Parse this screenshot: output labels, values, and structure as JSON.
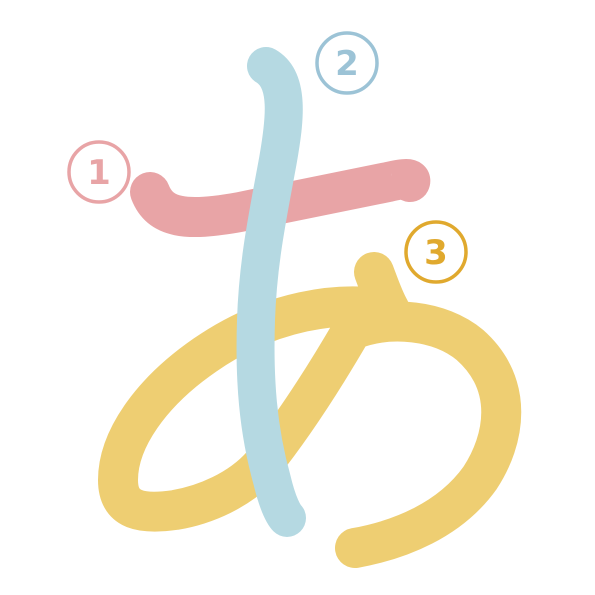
{
  "character": "あ",
  "strokes": [
    {
      "order": "1",
      "color": "#E8A4A6",
      "label_color": "#E8A4A6"
    },
    {
      "order": "2",
      "color": "#B5D9E2",
      "label_color": "#9CC3D6"
    },
    {
      "order": "3",
      "color": "#EECE72",
      "label_color": "#E0A92E"
    }
  ]
}
